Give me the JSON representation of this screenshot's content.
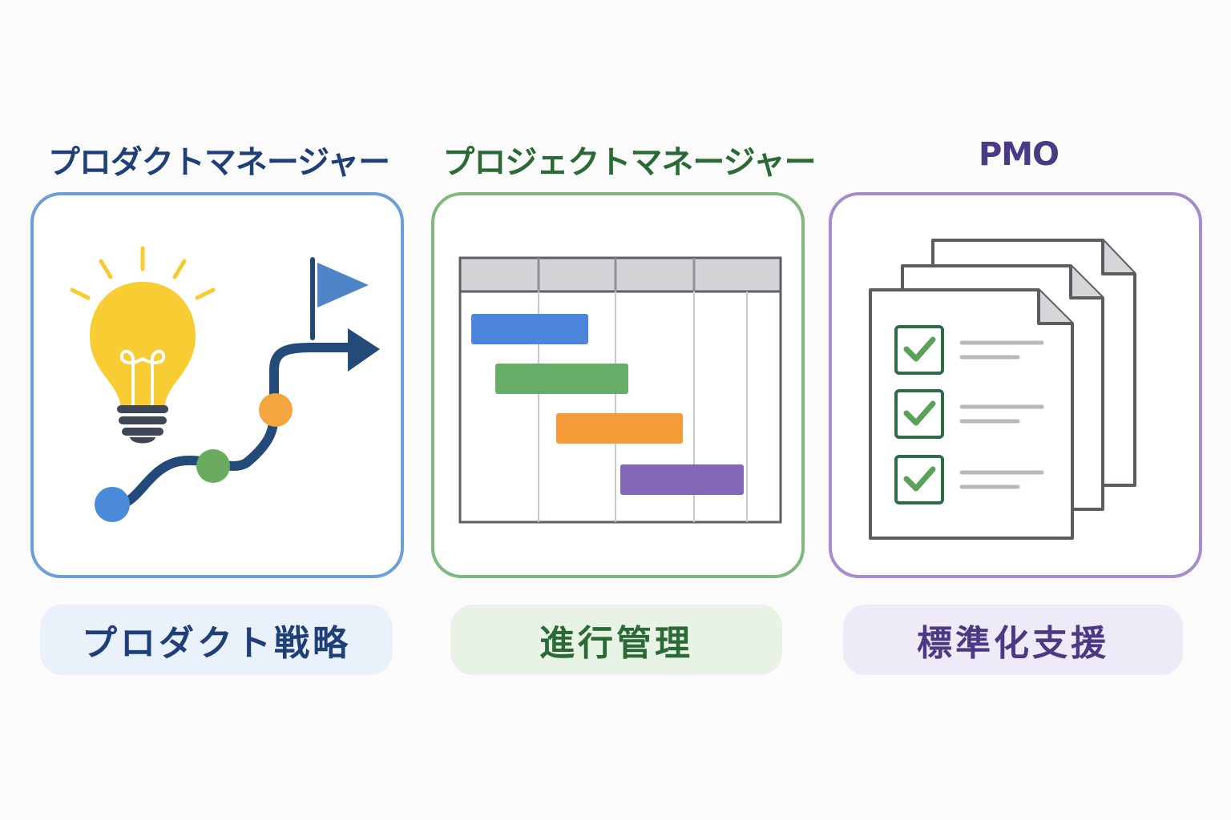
{
  "columns": [
    {
      "heading": "プロダクトマネージャー",
      "label": "プロダクト戦略",
      "icon": "lightbulb-roadmap-icon",
      "color": "#1f3f78",
      "border_color": "#6c9fd8",
      "pill_color": "#e9f1fb"
    },
    {
      "heading": "プロジェクトマネージャー",
      "label": "進行管理",
      "icon": "gantt-chart-icon",
      "color": "#2a6b35",
      "border_color": "#7fb87f",
      "pill_color": "#e8f3e6"
    },
    {
      "heading": "PMO",
      "label": "標準化支援",
      "icon": "checklist-documents-icon",
      "color": "#4a3a86",
      "border_color": "#a68ccd",
      "pill_color": "#efeaf8"
    }
  ]
}
